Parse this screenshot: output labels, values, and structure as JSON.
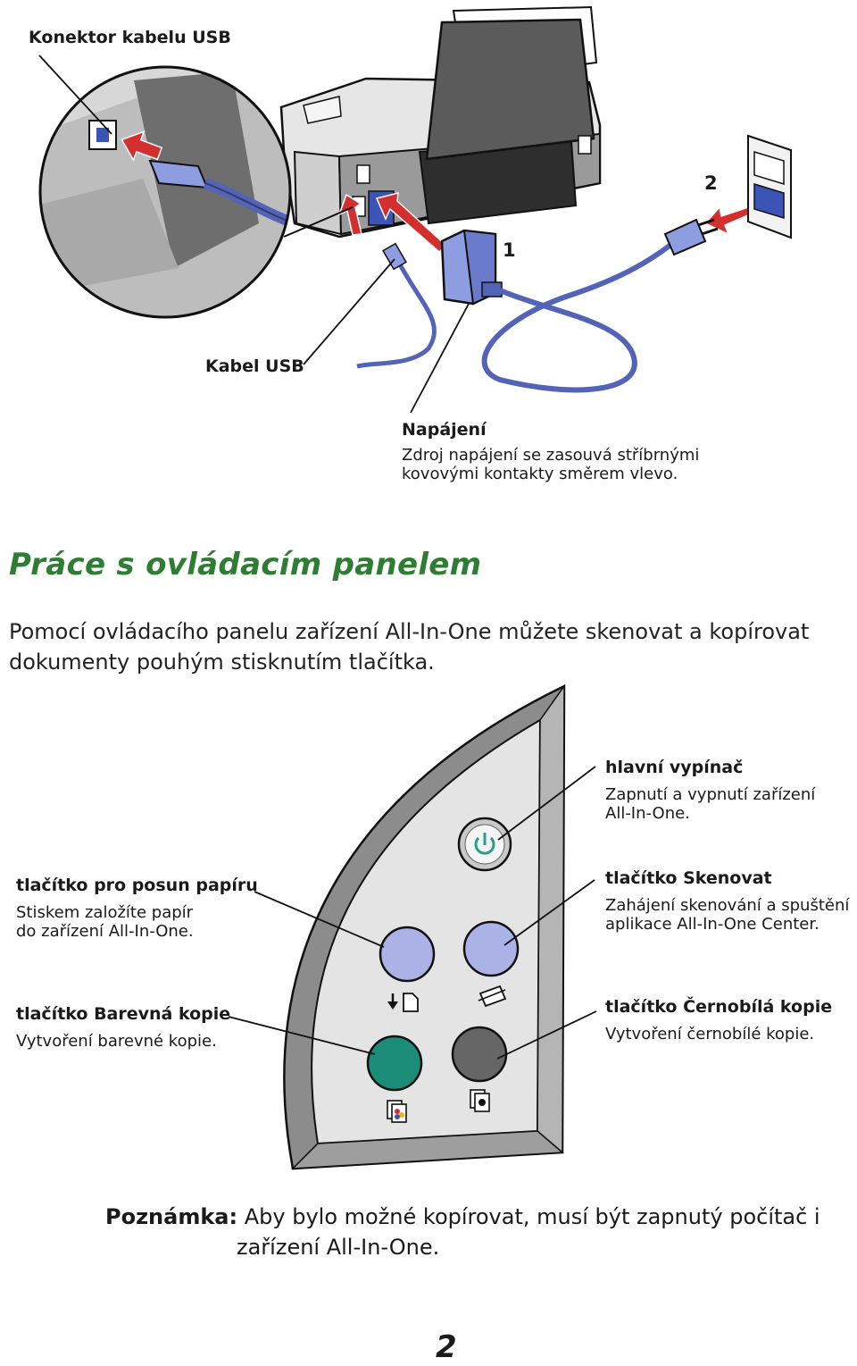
{
  "figure1": {
    "callouts": {
      "usb_connector": "Konektor kabelu USB",
      "usb_cable": "Kabel USB",
      "power_title": "Napájení",
      "power_desc_1": "Zdroj napájení se zasouvá stříbrnými",
      "power_desc_2": "kovovými kontakty směrem vlevo."
    },
    "step_1": "1",
    "step_2": "2"
  },
  "section": {
    "heading": "Práce s ovládacím panelem",
    "intro_1": "Pomocí ovládacího panelu zařízení All-In-One můžete skenovat a kopírovat",
    "intro_2": "dokumenty pouhým stisknutím tlačítka."
  },
  "panel": {
    "power": {
      "title": "hlavní vypínač",
      "desc_1": "Zapnutí a vypnutí zařízení",
      "desc_2": "All-In-One."
    },
    "paper_feed": {
      "title": "tlačítko pro posun papíru",
      "desc_1": "Stiskem založíte papír",
      "desc_2": "do zařízení All-In-One."
    },
    "scan": {
      "title": "tlačítko Skenovat",
      "desc_1": "Zahájení skenování a spuštění",
      "desc_2": "aplikace All-In-One Center."
    },
    "color_copy": {
      "title": "tlačítko Barevná kopie",
      "desc_1": "Vytvoření barevné kopie."
    },
    "bw_copy": {
      "title": "tlačítko Černobílá kopie",
      "desc_1": "Vytvoření černobílé kopie."
    },
    "icons": [
      "power-icon",
      "paper-feed-icon",
      "scan-icon",
      "color-copy-icon",
      "bw-copy-icon"
    ],
    "colors": {
      "button_blue": "#aab2e6",
      "color_copy": "#1a8c78",
      "bw_copy": "#666666",
      "power_glyph": "#2a9d8f"
    }
  },
  "note": {
    "label": "Poznámka:",
    "text_1": "Aby bylo možné kopírovat, musí být zapnutý počítač i",
    "text_2": "zařízení All-In-One."
  },
  "page_number": "2"
}
